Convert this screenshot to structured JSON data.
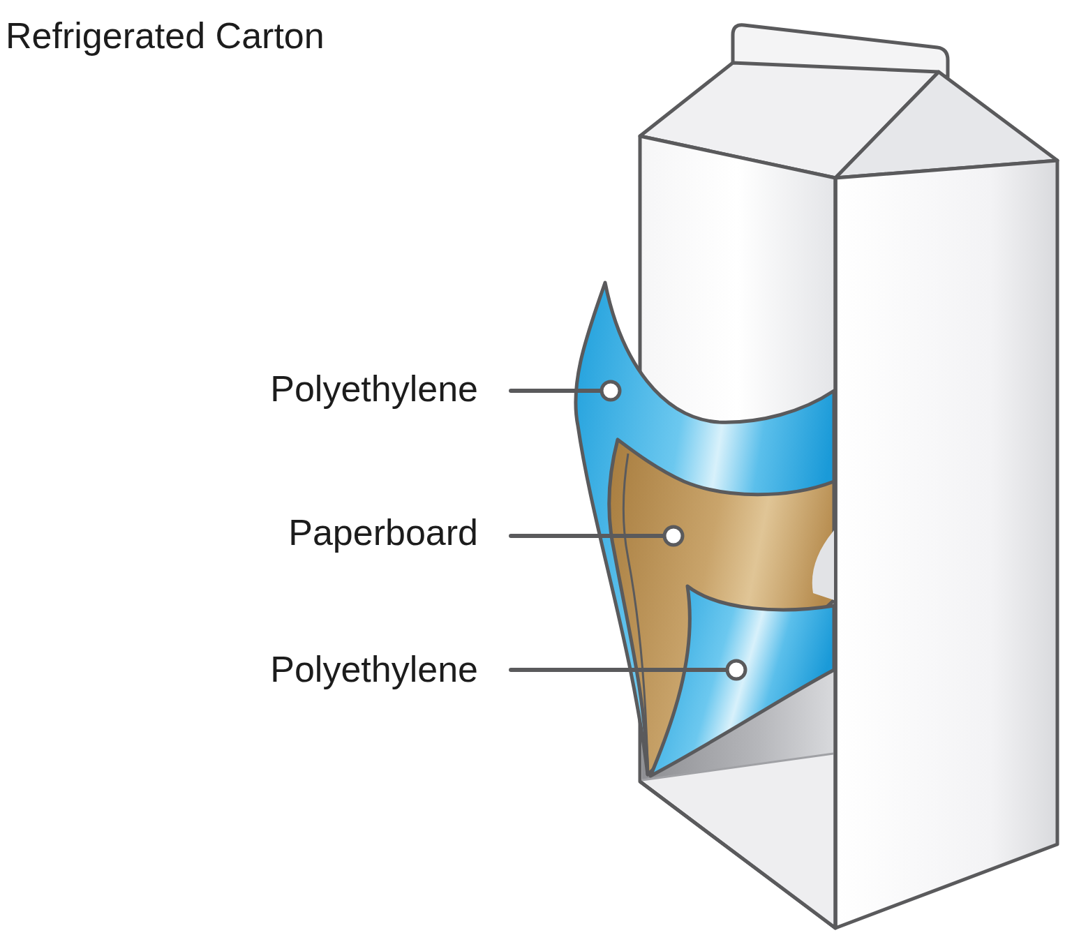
{
  "diagram": {
    "title": "Refrigerated Carton",
    "labels": [
      "Polyethylene",
      "Paperboard",
      "Polyethylene"
    ]
  }
}
